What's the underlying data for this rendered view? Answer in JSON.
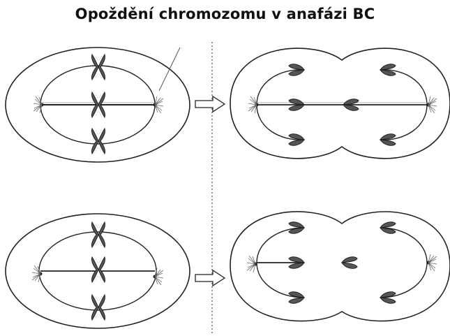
{
  "title": "Opoždění chromozomu v anafázi BC",
  "colors": {
    "stroke": "#222222",
    "chromosome": "#555555",
    "divider": "#777777",
    "background": "#ffffff"
  },
  "panels": {
    "top_left": "metaphase-cell",
    "top_right": "anaphase-cell-normal",
    "bottom_left": "metaphase-cell-unattached",
    "bottom_right": "anaphase-cell-lagging"
  }
}
